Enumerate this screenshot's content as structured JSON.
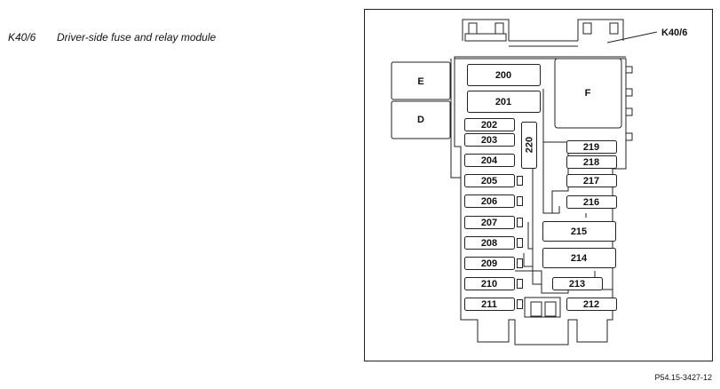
{
  "caption": {
    "code": "K40/6",
    "description": "Driver-side fuse and relay module"
  },
  "diagram": {
    "module_label": "K40/6",
    "relays": [
      "E",
      "D",
      "F"
    ],
    "fuses": [
      "200",
      "201",
      "202",
      "203",
      "204",
      "205",
      "206",
      "207",
      "208",
      "209",
      "210",
      "211",
      "212",
      "213",
      "214",
      "215",
      "216",
      "217",
      "218",
      "219",
      "220"
    ]
  },
  "footer": {
    "reference": "P54.15-3427-12"
  }
}
